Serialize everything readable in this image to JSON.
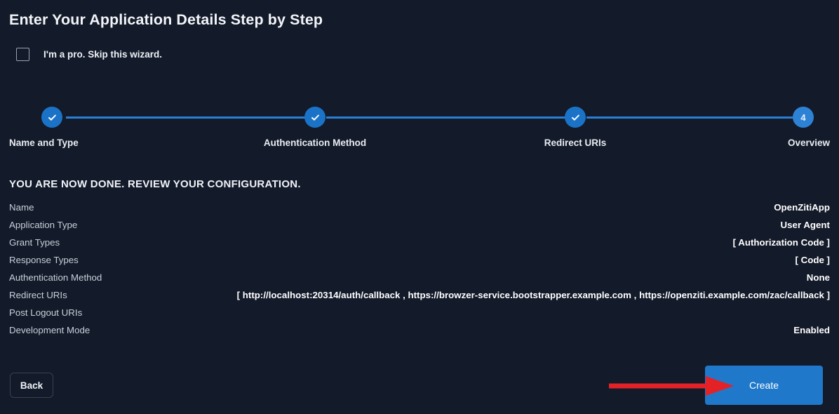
{
  "page": {
    "title": "Enter Your Application Details Step by Step",
    "background_color": "#131a29",
    "accent_color": "#1f78ca",
    "annotation_color": "#e32227"
  },
  "skip_wizard": {
    "label": "I'm a pro. Skip this wizard.",
    "checked": false
  },
  "stepper": {
    "current_step": 4,
    "steps": [
      {
        "index": "1",
        "label": "Name and Type",
        "state": "complete",
        "icon": "check-icon"
      },
      {
        "index": "2",
        "label": "Authentication Method",
        "state": "complete",
        "icon": "check-icon"
      },
      {
        "index": "3",
        "label": "Redirect URIs",
        "state": "complete",
        "icon": "check-icon"
      },
      {
        "index": "4",
        "label": "Overview",
        "state": "current",
        "icon": "number"
      }
    ]
  },
  "review": {
    "heading": "YOU ARE NOW DONE. REVIEW YOUR CONFIGURATION.",
    "rows": [
      {
        "label": "Name",
        "value": "OpenZitiApp"
      },
      {
        "label": "Application Type",
        "value": "User Agent"
      },
      {
        "label": "Grant Types",
        "value": "[ Authorization Code ]"
      },
      {
        "label": "Response Types",
        "value": "[ Code ]"
      },
      {
        "label": "Authentication Method",
        "value": "None"
      },
      {
        "label": "Redirect URIs",
        "value": "[ http://localhost:20314/auth/callback , https://browzer-service.bootstrapper.example.com , https://openziti.example.com/zac/callback ]"
      },
      {
        "label": "Post Logout URIs",
        "value": ""
      },
      {
        "label": "Development Mode",
        "value": "Enabled"
      }
    ]
  },
  "footer": {
    "back_label": "Back",
    "create_label": "Create"
  }
}
